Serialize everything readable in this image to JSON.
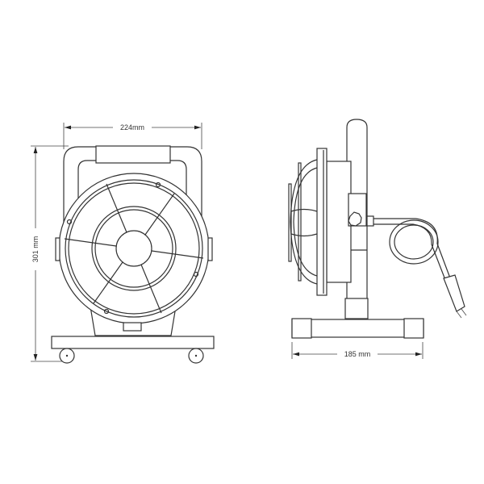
{
  "dimensions": {
    "width_label": "224mm",
    "height_label": "301 mm",
    "depth_label": "185 mm"
  },
  "colors": {
    "line": "#333333",
    "background": "#ffffff"
  }
}
